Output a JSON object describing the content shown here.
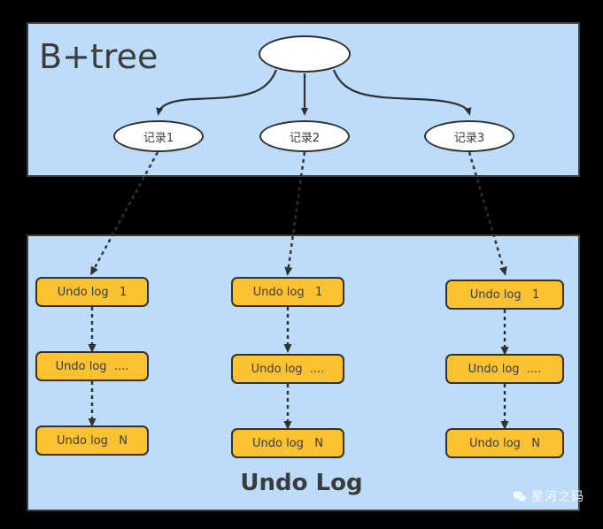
{
  "diagram": {
    "title_btree": "B+tree",
    "title_undo": "Undo Log",
    "colors": {
      "panel_background": "#bcdcfa",
      "panel_border": "#3d4043",
      "canvas_background": "#000000",
      "undo_box_fill": "#fac231",
      "undo_box_border": "#33312e",
      "node_fill": "#ffffff",
      "node_border": "#2f2f2f",
      "text": "#3b3b3b",
      "connector": "#2f2f2f"
    }
  },
  "btree": {
    "root": {
      "label": ""
    },
    "records": [
      {
        "label": "记录1"
      },
      {
        "label": "记录2"
      },
      {
        "label": "记录3"
      }
    ]
  },
  "undo_log": {
    "chains": [
      {
        "record": "记录1",
        "entries": [
          {
            "label": "Undo log   1"
          },
          {
            "label": "Undo log  ...."
          },
          {
            "label": "Undo log   N"
          }
        ]
      },
      {
        "record": "记录2",
        "entries": [
          {
            "label": "Undo log   1"
          },
          {
            "label": "Undo log  ...."
          },
          {
            "label": "Undo log   N"
          }
        ]
      },
      {
        "record": "记录3",
        "entries": [
          {
            "label": "Undo log   1"
          },
          {
            "label": "Undo log  ...."
          },
          {
            "label": "Undo log   N"
          }
        ]
      }
    ]
  },
  "watermark": {
    "icon": "wechat-icon",
    "text": "星河之码"
  }
}
